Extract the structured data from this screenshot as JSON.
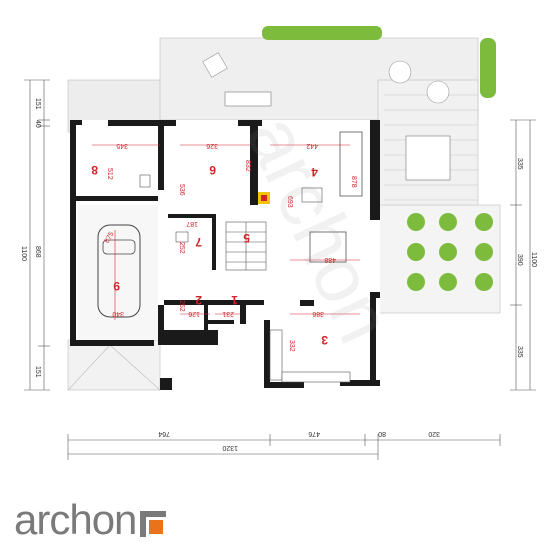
{
  "brand": {
    "name": "archon",
    "accent": "#e8731a"
  },
  "colors": {
    "wall": "#1a1a1a",
    "dimension": "#d2232a",
    "terrace": "#ececec",
    "grass": "#7dbb3d"
  },
  "rooms": [
    {
      "id": "1",
      "area": "231"
    },
    {
      "id": "2",
      "area": "126"
    },
    {
      "id": "3",
      "area": "386"
    },
    {
      "id": "4",
      "area": "442"
    },
    {
      "id": "5",
      "area": "488"
    },
    {
      "id": "6",
      "area": "326"
    },
    {
      "id": "7",
      "area": "187"
    },
    {
      "id": "8",
      "area": "345"
    },
    {
      "id": "9",
      "area": "340"
    }
  ],
  "inner_dims": {
    "d512": "512",
    "d536": "536",
    "d252": "252",
    "d832": "832",
    "d878": "878",
    "d693": "693",
    "d332": "332",
    "d875": "875",
    "d252b": "252"
  },
  "dims_bottom": {
    "a": "764",
    "b": "476",
    "c": "80",
    "d": "320",
    "total": "1320"
  },
  "dims_left": {
    "a": "151",
    "b": "40",
    "c": "868",
    "d": "151",
    "total": "1100"
  },
  "dims_right": {
    "a": "335",
    "b": "390",
    "c": "335",
    "total": "1100"
  },
  "watermark": "archon"
}
